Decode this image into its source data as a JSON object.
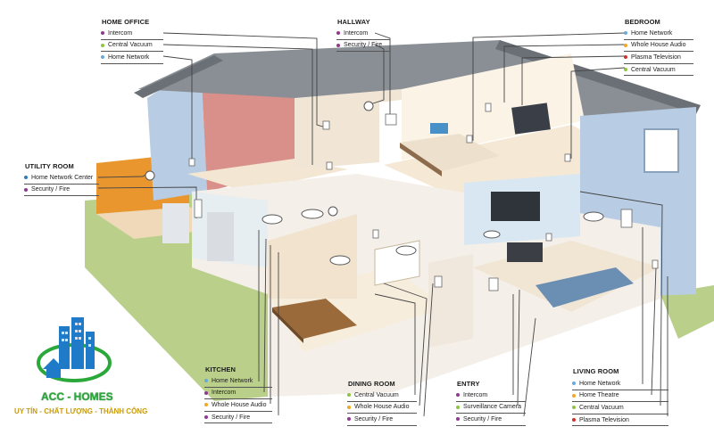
{
  "colors": {
    "home_network": "#6aa9d8",
    "intercom": "#8e3a8e",
    "central_vacuum": "#8cc63f",
    "security_fire": "#8e3a8e",
    "whole_house_audio": "#f5a623",
    "plasma_television": "#d0312d",
    "home_theatre": "#f5a623",
    "home_network_center": "#2e7dbf",
    "surveillance_camera": "#8cc63f",
    "logo_blue": "#1f7ac7",
    "logo_green": "#2aa83a",
    "logo_yellow": "#f4d21e"
  },
  "rooms": [
    {
      "id": "home_office",
      "name": "HOME OFFICE",
      "items": [
        {
          "label": "Intercom",
          "color": "#8e3a8e"
        },
        {
          "label": "Central Vacuum",
          "color": "#8cc63f"
        },
        {
          "label": "Home Network",
          "color": "#6aa9d8"
        }
      ]
    },
    {
      "id": "hallway",
      "name": "HALLWAY",
      "items": [
        {
          "label": "Intercom",
          "color": "#8e3a8e"
        },
        {
          "label": "Security / Fire",
          "color": "#8e3a8e"
        }
      ]
    },
    {
      "id": "bedroom",
      "name": "BEDROOM",
      "items": [
        {
          "label": "Home Network",
          "color": "#6aa9d8"
        },
        {
          "label": "Whole House Audio",
          "color": "#f5a623"
        },
        {
          "label": "Plasma Television",
          "color": "#d0312d"
        },
        {
          "label": "Central Vacuum",
          "color": "#8cc63f"
        }
      ]
    },
    {
      "id": "utility_room",
      "name": "UTILITY ROOM",
      "items": [
        {
          "label": "Home Network Center",
          "color": "#2e7dbf"
        },
        {
          "label": "Security / Fire",
          "color": "#8e3a8e"
        }
      ]
    },
    {
      "id": "kitchen",
      "name": "KITCHEN",
      "items": [
        {
          "label": "Home Network",
          "color": "#6aa9d8"
        },
        {
          "label": "Intercom",
          "color": "#8e3a8e"
        },
        {
          "label": "Whole House Audio",
          "color": "#f5a623"
        },
        {
          "label": "Security / Fire",
          "color": "#8e3a8e"
        }
      ]
    },
    {
      "id": "dining_room",
      "name": "DINING ROOM",
      "items": [
        {
          "label": "Central Vacuum",
          "color": "#8cc63f"
        },
        {
          "label": "Whole House Audio",
          "color": "#f5a623"
        },
        {
          "label": "Security / Fire",
          "color": "#8e3a8e"
        }
      ]
    },
    {
      "id": "entry",
      "name": "ENTRY",
      "items": [
        {
          "label": "Intercom",
          "color": "#8e3a8e"
        },
        {
          "label": "Surveillance Camera",
          "color": "#8cc63f"
        },
        {
          "label": "Security / Fire",
          "color": "#8e3a8e"
        }
      ]
    },
    {
      "id": "living_room",
      "name": "LIVING ROOM",
      "items": [
        {
          "label": "Home Network",
          "color": "#6aa9d8"
        },
        {
          "label": "Home Theatre",
          "color": "#f5a623"
        },
        {
          "label": "Central Vacuum",
          "color": "#8cc63f"
        },
        {
          "label": "Plasma Television",
          "color": "#d0312d"
        }
      ]
    }
  ],
  "logo": {
    "brand": "ACC - HOMES",
    "tagline": "UY TÍN - CHẤT LƯỢNG - THÀNH CÔNG"
  }
}
